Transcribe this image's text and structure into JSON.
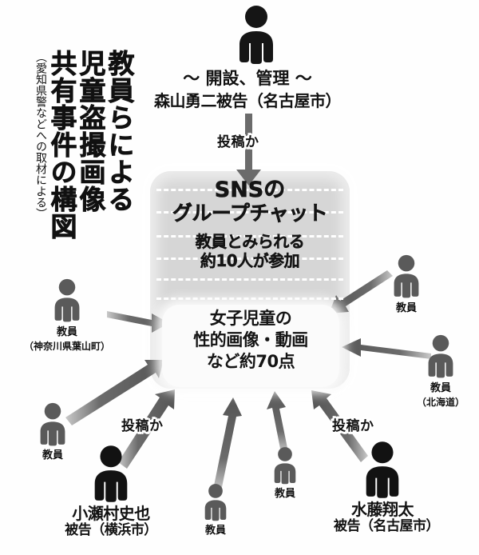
{
  "title": {
    "col_main_1": "教員らによる",
    "col_main_2": "児童盗撮画像",
    "col_main_3": "共有事件の構図",
    "col_sub": "（愛知県警などへの取材による）"
  },
  "top_actor": {
    "role_line": "〜 開設、管理 〜",
    "name": "森山勇二",
    "suffix": "被告",
    "place": "（名古屋市）"
  },
  "center_panel": {
    "line1": "SNSの",
    "line2": "グループチャット",
    "line3": "教員とみられる",
    "line4": "約10人が参加",
    "inner_line1": "女子児童の",
    "inner_line2": "性的画像・動画",
    "inner_line3": "など約70点"
  },
  "badges": {
    "top": "投稿か",
    "bottom_left": "投稿か",
    "bottom_right": "投稿か"
  },
  "actors": [
    {
      "id": "teacher-kanagawa",
      "label": "教員",
      "sublabel": "（神奈川県葉山町）",
      "color": "#5a5a5a",
      "kind": "teacher"
    },
    {
      "id": "teacher-left-lower",
      "label": "教員",
      "sublabel": "",
      "color": "#5a5a5a",
      "kind": "teacher"
    },
    {
      "id": "defendant-kosemura",
      "label": "小瀬村史也",
      "sublabel": "被告",
      "place": "（横浜市）",
      "color": "#121212",
      "kind": "defendant"
    },
    {
      "id": "teacher-bottom-center-left",
      "label": "教員",
      "sublabel": "",
      "color": "#5a5a5a",
      "kind": "teacher"
    },
    {
      "id": "teacher-bottom-center-right",
      "label": "教員",
      "sublabel": "",
      "color": "#5a5a5a",
      "kind": "teacher"
    },
    {
      "id": "defendant-suito",
      "label": "水藤翔太",
      "sublabel": "被告",
      "place": "（名古屋市）",
      "color": "#121212",
      "kind": "defendant"
    },
    {
      "id": "teacher-right-upper",
      "label": "教員",
      "sublabel": "",
      "color": "#5a5a5a",
      "kind": "teacher"
    },
    {
      "id": "teacher-hokkaido",
      "label": "教員",
      "sublabel": "（北海道）",
      "color": "#5a5a5a",
      "kind": "teacher"
    }
  ],
  "colors": {
    "panel_gray": "#d6d6d6",
    "figure_black": "#121212",
    "figure_gray": "#5a5a5a",
    "arrow_gray": "#6b6b6b",
    "background": "#ffffff"
  }
}
